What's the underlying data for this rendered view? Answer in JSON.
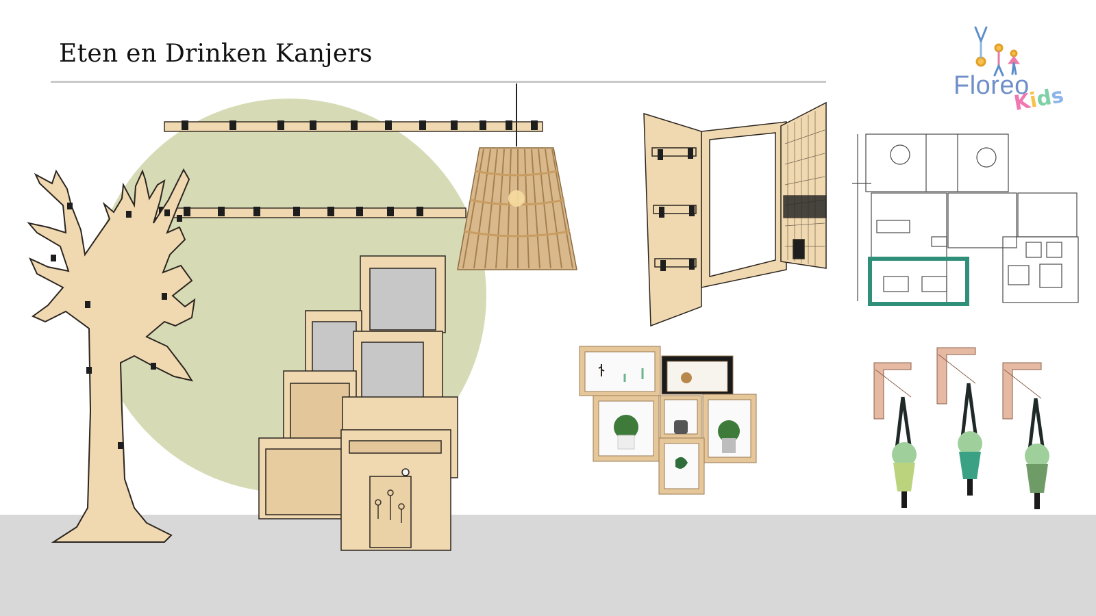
{
  "slide": {
    "title": "Eten en Drinken Kanjers"
  },
  "logo": {
    "brand": "Floreo",
    "sub": "Kids",
    "sub_letters": [
      "K",
      "i",
      "d",
      "s"
    ]
  },
  "colors": {
    "accent_circle": "#d6dbb6",
    "wood": "#f0d9b0",
    "floor": "#d8d8d8",
    "highlight_frame": "#2f8f78",
    "rule": "#c9c9c9"
  },
  "items": [
    {
      "name": "tree-coat-rack"
    },
    {
      "name": "clip-rail"
    },
    {
      "name": "rattan-pendant-lamp"
    },
    {
      "name": "stacked-cabinet"
    },
    {
      "name": "wall-mirror-panel"
    },
    {
      "name": "shadow-box-shelves"
    },
    {
      "name": "hanging-plants"
    },
    {
      "name": "floor-plan"
    }
  ]
}
